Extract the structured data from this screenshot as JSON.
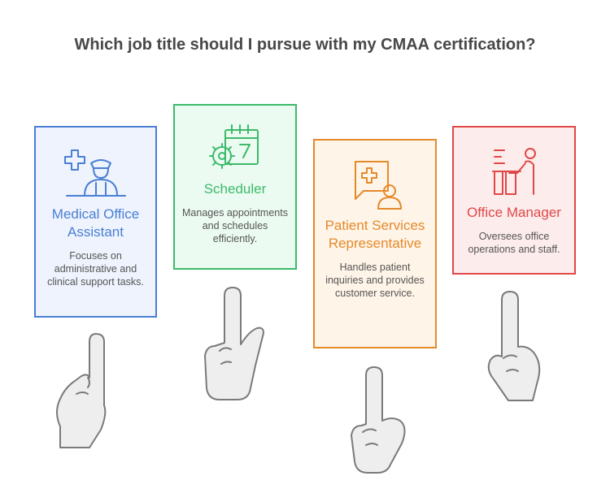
{
  "title": "Which job title should I pursue with my CMAA certification?",
  "cards": [
    {
      "label": "Medical Office Assistant",
      "description": "Focuses on administrative and clinical support tasks.",
      "icon": "medical-assistant-icon",
      "accent": "#4a7fd4",
      "fill": "#eef3fd"
    },
    {
      "label": "Scheduler",
      "description": "Manages appointments and schedules efficiently.",
      "icon": "calendar-gear-icon",
      "accent": "#3cba6a",
      "fill": "#ebfbf1"
    },
    {
      "label": "Patient Services Representative",
      "description": "Handles patient inquiries and provides customer service.",
      "icon": "patient-chat-icon",
      "accent": "#e48a2b",
      "fill": "#fff4e8"
    },
    {
      "label": "Office Manager",
      "description": "Oversees office operations and staff.",
      "icon": "office-desk-icon",
      "accent": "#e04848",
      "fill": "#fdecec"
    }
  ]
}
